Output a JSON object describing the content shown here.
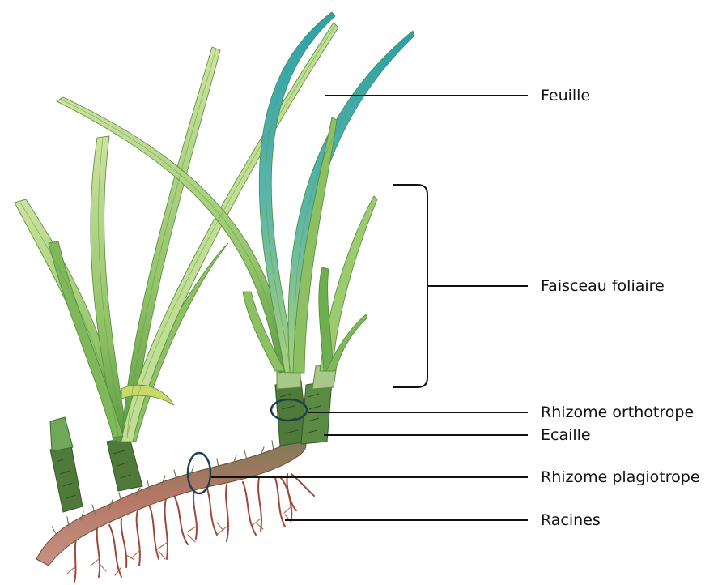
{
  "labels": {
    "feuille": "Feuille",
    "faisceau": "Faisceau foliaire",
    "rhizome_ortho": "Rhizome orthotrope",
    "ecaille": "Ecaille",
    "rhizome_plagio": "Rhizome plagiotrope",
    "racines": "Racines"
  },
  "colors": {
    "leaf_light": "#b9d98a",
    "leaf_mid": "#7fb85a",
    "leaf_teal": "#2aa3b0",
    "rhizome": "#a86a5a",
    "root": "#9b4a3a",
    "scale": "#4f7a3a",
    "line": "#111111",
    "marker": "#1f3f4f"
  }
}
